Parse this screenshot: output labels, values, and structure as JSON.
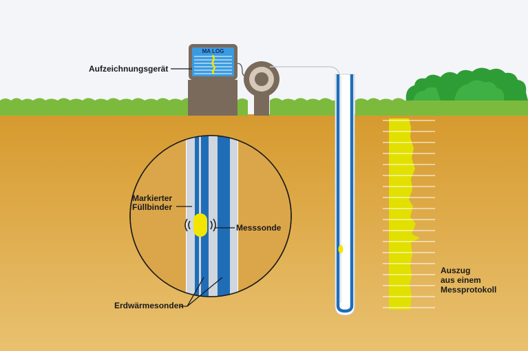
{
  "labels": {
    "recorder": "Aufzeichnungsgerät",
    "monitor_title": "MA LOG",
    "fill_binder_line1": "Markierter",
    "fill_binder_line2": "Füllbinder",
    "probe": "Messsonde",
    "geothermal_probes": "Erdwärmesonden",
    "excerpt_line1": "Auszug",
    "excerpt_line2": "aus einem",
    "excerpt_line3": "Messprotokoll"
  },
  "colors": {
    "sky": "#f3f5f8",
    "grass": "#7cba3d",
    "soil_top": "#d69a2e",
    "soil_bottom": "#e8bf70",
    "pipe_blue": "#1f6db7",
    "pipe_light": "#d8dde3",
    "probe_yellow": "#f2e600",
    "device_brown": "#7a6a5c",
    "bush_green": "#2f9d35"
  },
  "icons": {
    "monitor": "monitor-icon",
    "cable_reel": "cable-reel-icon",
    "signal": "signal-waves-icon"
  }
}
